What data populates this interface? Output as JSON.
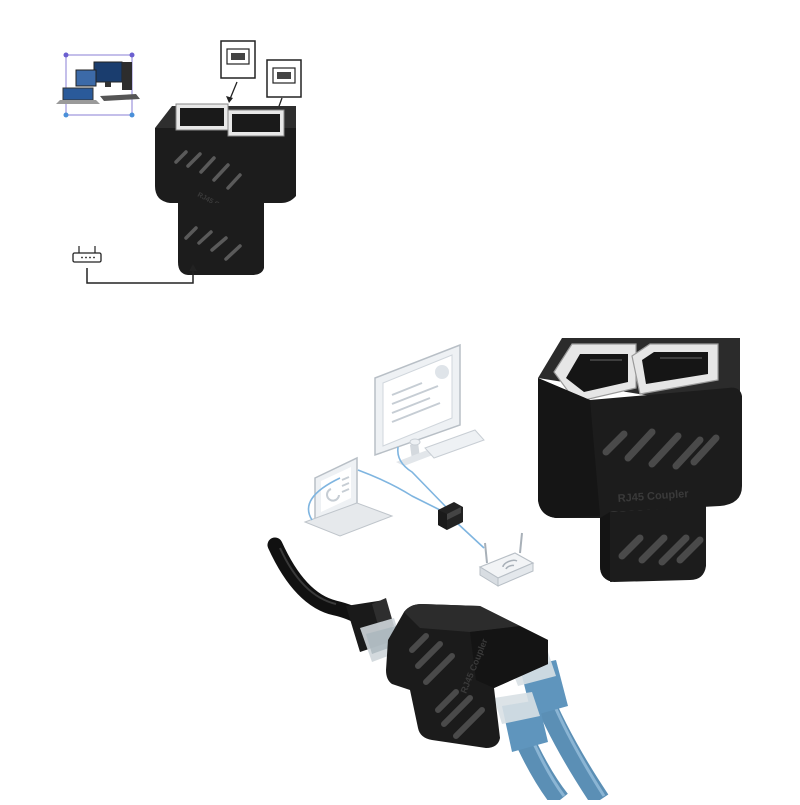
{
  "product": {
    "label_text": "RJ45 Coupler",
    "label_text_mirrored": "RJ45 Coupler",
    "label_text_small": "RJ45 Coupler"
  },
  "colors": {
    "body": "#1c1c1c",
    "body_light": "#2e2e2e",
    "port_metal": "#d9d9d9",
    "cable_black": "#101010",
    "cable_blue": "#5b8fb5",
    "diagram_line": "#7fb5e0",
    "device_gray": "#e6e9ec"
  },
  "icons": [
    "desktop-computer-icon",
    "laptop-icon",
    "monitor-icon",
    "router-icon",
    "arrow-down-icon"
  ]
}
